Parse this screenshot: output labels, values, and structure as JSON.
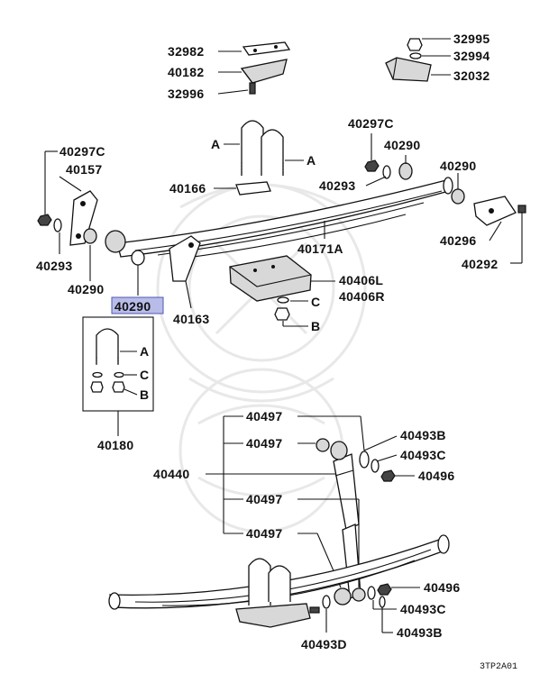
{
  "labels": {
    "p32982": "32982",
    "p40182": "40182",
    "p32996": "32996",
    "p32995": "32995",
    "p32994": "32994",
    "p32032": "32032",
    "p40297c_l": "40297C",
    "p40157": "40157",
    "p40293_l": "40293",
    "p40290_l": "40290",
    "p40290_sel": "40290",
    "p40163": "40163",
    "p40166": "40166",
    "a_top_left": "A",
    "a_top_right": "A",
    "p40297c_r": "40297C",
    "p40290_r1": "40290",
    "p40290_r2": "40290",
    "p40293_r": "40293",
    "p40171a": "40171A",
    "p40296": "40296",
    "p40292": "40292",
    "p40406l": "40406L",
    "p40406r": "40406R",
    "c_mid": "C",
    "b_mid": "B",
    "a_box": "A",
    "c_box": "C",
    "b_box": "B",
    "p40180": "40180",
    "p40497_1": "40497",
    "p40497_2": "40497",
    "p40497_3": "40497",
    "p40497_4": "40497",
    "p40440": "40440",
    "p40493b_t": "40493B",
    "p40493c_t": "40493C",
    "p40496_t": "40496",
    "p40496_b": "40496",
    "p40493c_b": "40493C",
    "p40493b_b": "40493B",
    "p40493d": "40493D",
    "diagram_code": "3TP2A01"
  },
  "selected_part": "40290",
  "colors": {
    "highlight": "#b8bce8",
    "ink": "#111111"
  }
}
